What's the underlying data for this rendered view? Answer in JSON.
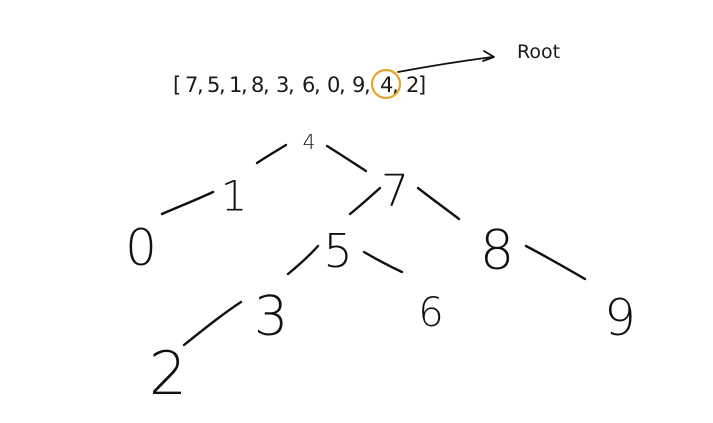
{
  "array": {
    "open_bracket": "[",
    "close_bracket": "]",
    "values": [
      "7",
      "5",
      "1",
      "8",
      "3",
      "6",
      "0",
      "9",
      "4",
      "2"
    ],
    "highlight_index": 8,
    "highlight_color": "#e3a52b"
  },
  "root_label": "Root",
  "tree": {
    "nodes": [
      {
        "id": "n4",
        "label": "4"
      },
      {
        "id": "n1",
        "label": "1"
      },
      {
        "id": "n7",
        "label": "7"
      },
      {
        "id": "n0",
        "label": "0"
      },
      {
        "id": "n5",
        "label": "5"
      },
      {
        "id": "n8",
        "label": "8"
      },
      {
        "id": "n3",
        "label": "3"
      },
      {
        "id": "n6",
        "label": "6"
      },
      {
        "id": "n9",
        "label": "9"
      },
      {
        "id": "n2",
        "label": "2"
      }
    ],
    "edges": [
      {
        "from": "n4",
        "to": "n1"
      },
      {
        "from": "n4",
        "to": "n7"
      },
      {
        "from": "n1",
        "to": "n0"
      },
      {
        "from": "n7",
        "to": "n5"
      },
      {
        "from": "n7",
        "to": "n8"
      },
      {
        "from": "n5",
        "to": "n3"
      },
      {
        "from": "n5",
        "to": "n6"
      },
      {
        "from": "n8",
        "to": "n9"
      },
      {
        "from": "n3",
        "to": "n2"
      }
    ]
  }
}
